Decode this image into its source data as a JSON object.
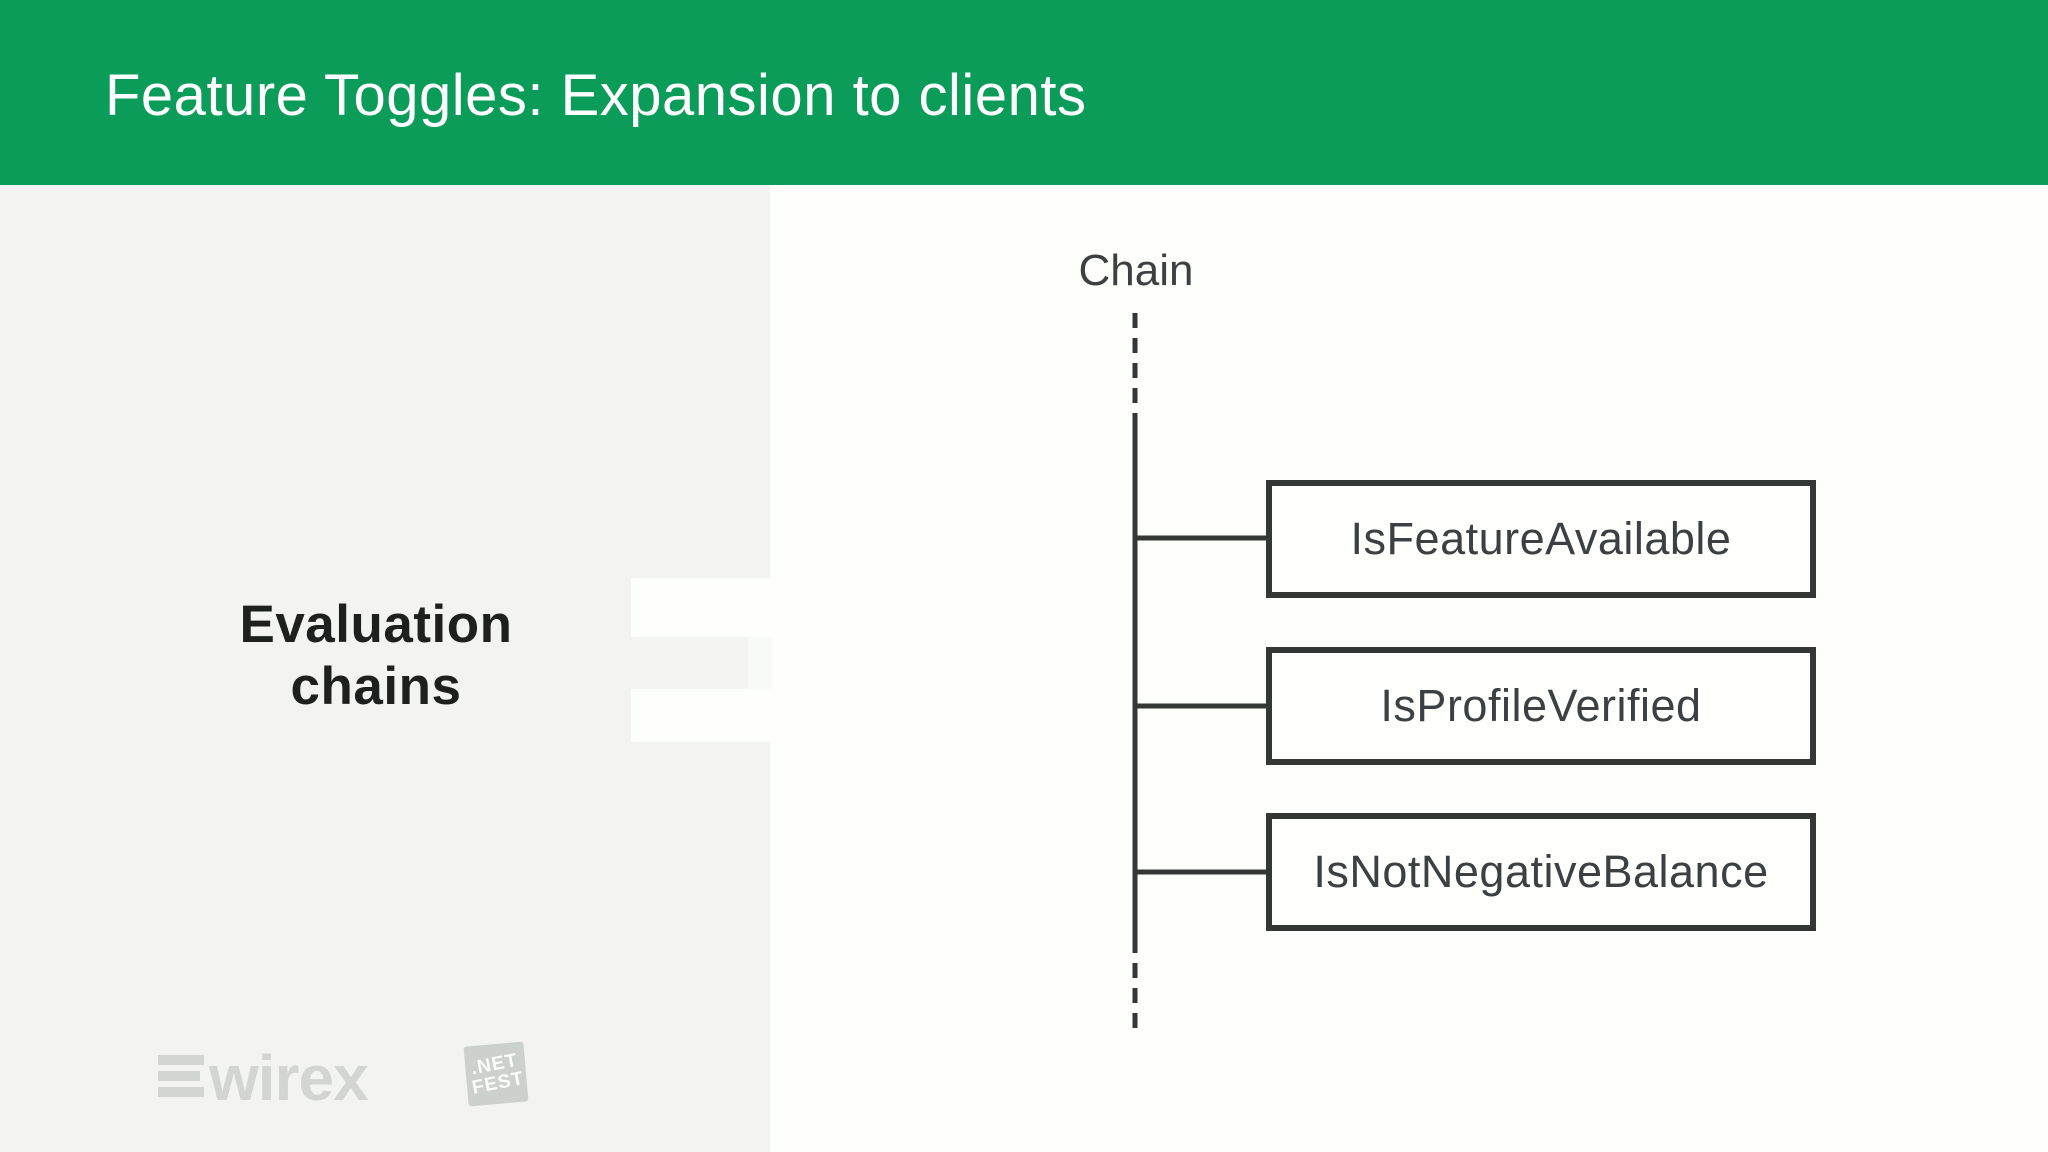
{
  "slide": {
    "title": "Feature Toggles: Expansion to clients",
    "section_label": {
      "line1": "Evaluation",
      "line2": "chains"
    }
  },
  "diagram": {
    "root_label": "Chain",
    "nodes": [
      "IsFeatureAvailable",
      "IsProfileVerified",
      "IsNotNegativeBalance"
    ],
    "structure": "dashed lead-in, solid trunk with three branches to nodes, dashed lead-out"
  },
  "footer": {
    "wirex_logo_text": "wirex",
    "netfest_logo_line1": ".NET",
    "netfest_logo_line2": "FEST"
  },
  "colors": {
    "header_green": "#0a9c58",
    "panel_gray": "#f3f4f1",
    "panel_white": "#fdfffb",
    "line_dark": "#333735",
    "text_dark": "#3c4043",
    "text_black": "#1e201f",
    "logo_gray": "#d2d5d2",
    "stamp_gray": "#cdd1ce"
  }
}
